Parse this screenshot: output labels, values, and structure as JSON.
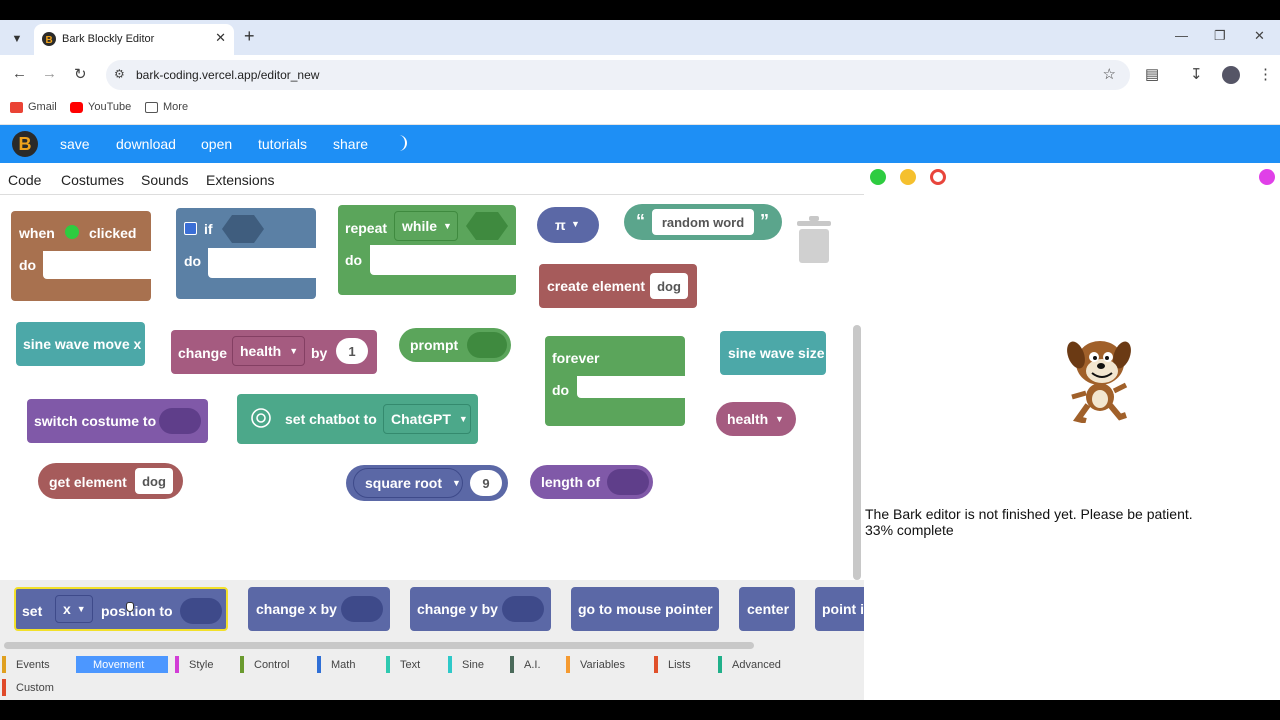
{
  "browser": {
    "tab_title": "Bark Blockly Editor",
    "url": "bark-coding.vercel.app/editor_new",
    "bookmarks": [
      "Gmail",
      "YouTube",
      "More"
    ]
  },
  "app": {
    "logo": "B",
    "menu": [
      "save",
      "download",
      "open",
      "tutorials",
      "share"
    ],
    "theme_icon": "moon-icon",
    "accent": "#1e8ff5"
  },
  "editor_tabs": [
    "Code",
    "Costumes",
    "Sounds",
    "Extensions"
  ],
  "blocks": {
    "when_clicked": {
      "a": "when",
      "b": "clicked",
      "c": "do"
    },
    "if_block": {
      "a": "if",
      "b": "do"
    },
    "repeat": {
      "a": "repeat",
      "b": "while",
      "c": "do"
    },
    "pi": "π",
    "random_word": {
      "open_q": "“",
      "text": "random word",
      "close_q": "”"
    },
    "create_element": {
      "label": "create element",
      "value": "dog"
    },
    "sine_wave_move_x": "sine wave move x",
    "change_health": {
      "a": "change",
      "var": "health",
      "b": "by",
      "value": "1"
    },
    "prompt": "prompt",
    "forever": {
      "a": "forever",
      "b": "do"
    },
    "sine_wave_size": "sine wave size",
    "switch_costume": "switch costume to",
    "set_chatbot": {
      "label": "set chatbot to",
      "value": "ChatGPT"
    },
    "health_var": "health",
    "get_element": {
      "label": "get element",
      "value": "dog"
    },
    "square_root": {
      "op": "square root",
      "value": "9"
    },
    "length_of": "length of"
  },
  "flyout": {
    "set_position": {
      "a": "set",
      "axis": "x",
      "b": "position to"
    },
    "change_x": "change x by",
    "change_y": "change y by",
    "go_to_mouse": "go to mouse pointer",
    "center": "center",
    "point": "point i"
  },
  "categories": [
    {
      "label": "Events",
      "color": "#e0a020"
    },
    {
      "label": "Movement",
      "color": "#4c97ff",
      "selected": true
    },
    {
      "label": "Style",
      "color": "#d23dd6"
    },
    {
      "label": "Control",
      "color": "#6a9a2e"
    },
    {
      "label": "Math",
      "color": "#2f6fd6"
    },
    {
      "label": "Text",
      "color": "#2ec9b0"
    },
    {
      "label": "Sine",
      "color": "#2ec9c9"
    },
    {
      "label": "A.I.",
      "color": "#4a6a5a"
    },
    {
      "label": "Variables",
      "color": "#f59a30"
    },
    {
      "label": "Lists",
      "color": "#e0502a"
    },
    {
      "label": "Advanced",
      "color": "#20b08a"
    },
    {
      "label": "Custom",
      "color": "#e04a2a"
    }
  ],
  "stage": {
    "message_line1": "The Bark editor is not finished yet. Please be patient.",
    "message_line2": "33% complete",
    "dots": [
      "#2ecc40",
      "#f5c02e",
      "#e8453c",
      "#e040e8"
    ]
  }
}
